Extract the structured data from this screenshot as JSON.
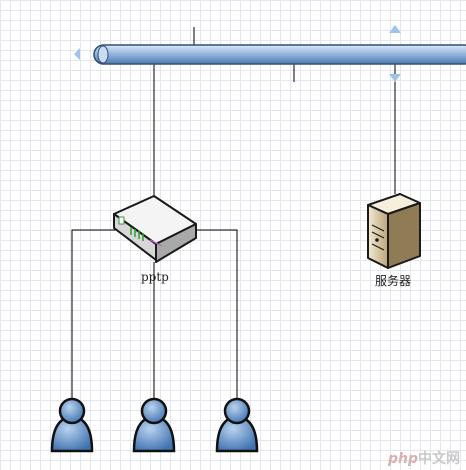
{
  "diagram": {
    "router_label": "pptp",
    "server_label": "服务器",
    "watermark": {
      "logo": "php",
      "text": "中文网"
    },
    "colors": {
      "bus_fill": "#8fb3da",
      "bus_stroke": "#2f4f7a",
      "user_fill": "#5d8fc7",
      "user_stroke": "#1a1a1a",
      "server_fill": "#e8dcc0",
      "line": "#000000"
    }
  }
}
